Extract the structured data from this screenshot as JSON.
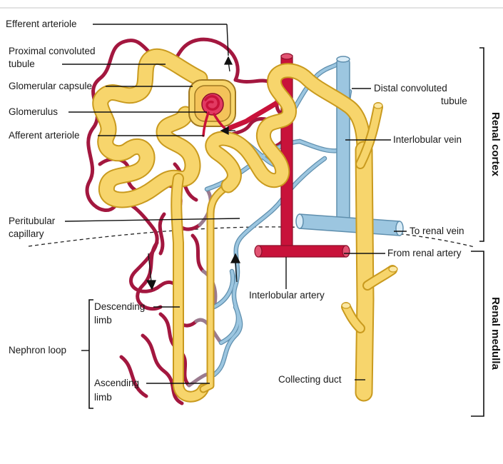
{
  "diagram": {
    "labels": {
      "efferent_arteriole": "Efferent arteriole",
      "proximal_tubule_1": "Proximal convoluted",
      "proximal_tubule_2": "tubule",
      "glomerular_capsule": "Glomerular capsule",
      "glomerulus": "Glomerulus",
      "afferent_arteriole": "Afferent arteriole",
      "peritubular_1": "Peritubular",
      "peritubular_2": "capillary",
      "nephron_loop": "Nephron loop",
      "descending_1": "Descending",
      "descending_2": "limb",
      "ascending_1": "Ascending",
      "ascending_2": "limb",
      "distal_tubule_1": "Distal convoluted",
      "distal_tubule_2": "tubule",
      "interlobular_vein": "Interlobular vein",
      "to_renal_vein": "To renal vein",
      "from_renal_artery": "From renal artery",
      "interlobular_artery": "Interlobular artery",
      "collecting_duct": "Collecting duct"
    },
    "regions": {
      "cortex": "Renal cortex",
      "medulla": "Renal medulla"
    },
    "colors": {
      "tubule": "#f7d56c",
      "tubule_edge": "#c99a1e",
      "artery": "#c8123a",
      "capillary_red": "#a3173f",
      "vein": "#9cc6e0",
      "vein_edge": "#5f8fae"
    }
  }
}
